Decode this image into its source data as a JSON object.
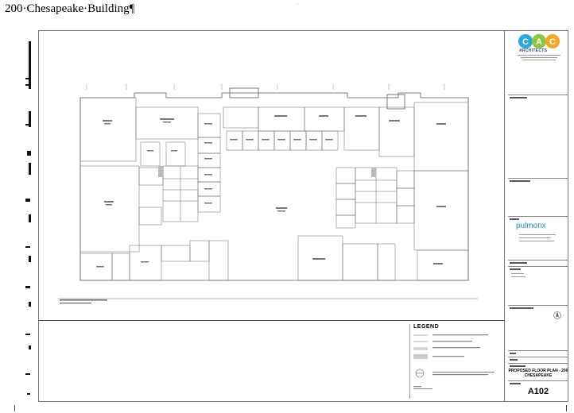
{
  "document": {
    "heading": "200·Chesapeake·Building¶"
  },
  "sheet": {
    "legend_title": "LEGEND",
    "title_block": {
      "firm_logo_letters": [
        "C",
        "A",
        "C"
      ],
      "firm_name": "ARCHITECTS",
      "client_logo_text": "pulmonx",
      "drawing_title_line1": "PROPOSED FLOOR PLAN - 200",
      "drawing_title_line2": "CHESAPEAKE",
      "sheet_number": "A102"
    },
    "logo_colors": {
      "c1": "#2aa9de",
      "a": "#8dc63f",
      "c2": "#f5a623",
      "firm_name": "#2a4f86",
      "client": "#1d8bc7"
    }
  }
}
